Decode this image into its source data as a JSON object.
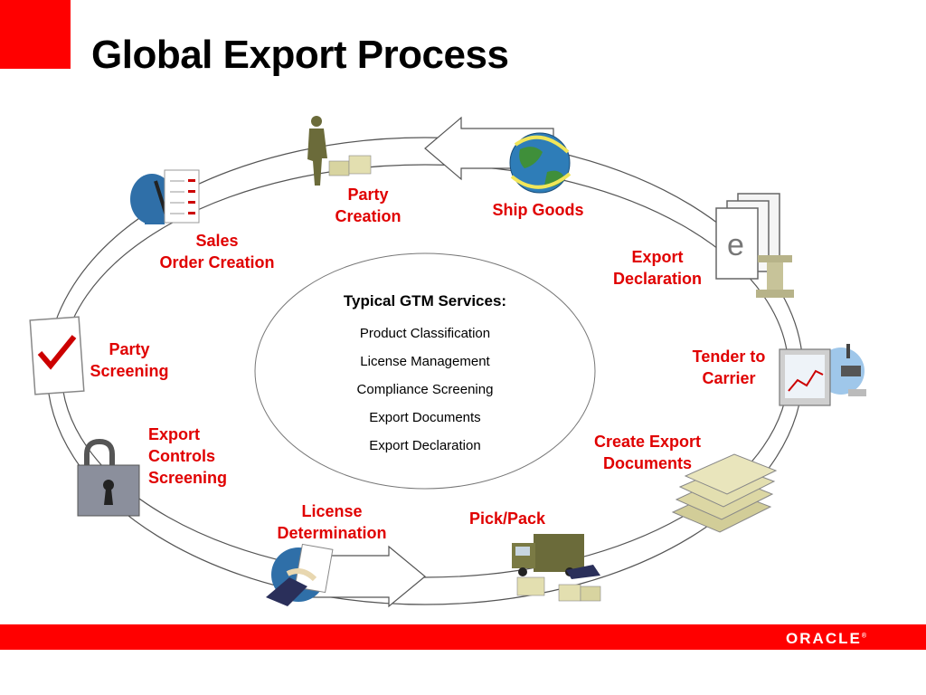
{
  "title": "Global Export Process",
  "brand": "ORACLE",
  "colors": {
    "accent": "#ff0000",
    "label": "#e00000"
  },
  "center": {
    "heading": "Typical GTM Services:",
    "services": [
      "Product Classification",
      "License Management",
      "Compliance Screening",
      "Export Documents",
      "Export Declaration"
    ]
  },
  "steps": {
    "party_creation": [
      "Party",
      "Creation"
    ],
    "ship_goods": [
      "Ship Goods"
    ],
    "sales_order": [
      "Sales",
      "Order Creation"
    ],
    "export_declaration": [
      "Export",
      "Declaration"
    ],
    "party_screening": [
      "Party",
      "Screening"
    ],
    "tender_carrier": [
      "Tender to",
      "Carrier"
    ],
    "export_controls": [
      "Export",
      "Controls",
      "Screening"
    ],
    "create_docs": [
      "Create Export",
      "Documents"
    ],
    "license_determination": [
      "License",
      "Determination"
    ],
    "pick_pack": [
      "Pick/Pack"
    ]
  },
  "icons": [
    "person-icon",
    "globe-icon",
    "phone-call-icon",
    "documents-icon",
    "checklist-icon",
    "computer-icon",
    "padlock-icon",
    "papers-stack-icon",
    "license-hand-icon",
    "truck-icon"
  ]
}
